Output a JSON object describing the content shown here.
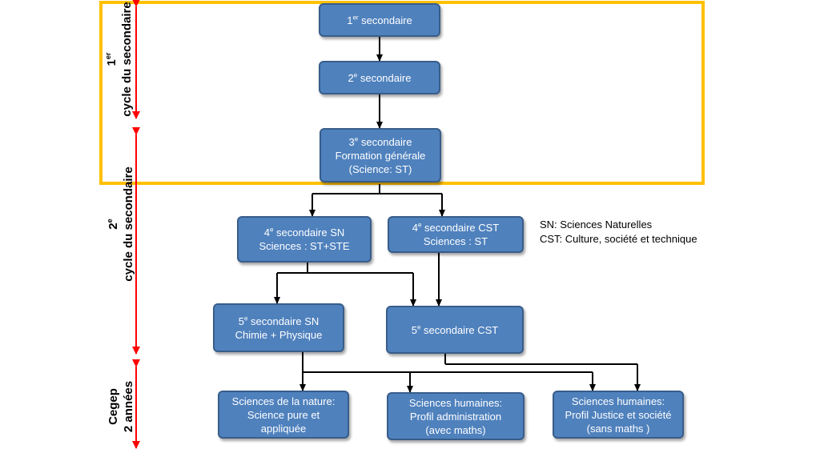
{
  "boxes": {
    "sec1": {
      "num": "1",
      "sup": "er",
      "text": " secondaire"
    },
    "sec2": {
      "num": "2",
      "sup": "e",
      "text": " secondaire"
    },
    "sec3": {
      "num": "3",
      "sup": "e",
      "text": " secondaire",
      "line2": "Formation générale",
      "line3": "(Science: ST)"
    },
    "sec4sn": {
      "num": "4",
      "sup": "e",
      "text": " secondaire SN",
      "line2": "Sciences : ST+STE"
    },
    "sec4cst": {
      "num": "4",
      "sup": "e",
      "text": " secondaire CST",
      "line2": "Sciences : ST"
    },
    "sec5sn": {
      "num": "5",
      "sup": "e",
      "text": " secondaire SN",
      "line2": "Chimie + Physique"
    },
    "sec5cst": {
      "num": "5",
      "sup": "e",
      "text": " secondaire CST"
    },
    "nature": {
      "line1": "Sciences de la nature:",
      "line2": "Science pure et",
      "line3": "appliquée"
    },
    "humadmin": {
      "line1": "Sciences humaines:",
      "line2": "Profil administration",
      "line3": "(avec maths)"
    },
    "humjustice": {
      "line1": "Sciences humaines:",
      "line2": "Profil  Justice et société",
      "line3": "(sans maths )"
    }
  },
  "legend": {
    "sn": "SN: Sciences Naturelles",
    "cst": "CST: Culture, société et technique"
  },
  "side_labels": {
    "cycle1_num": "1",
    "cycle1_sup": "er",
    "cycle1_text": "cycle du secondaire",
    "cycle2_num": "2",
    "cycle2_sup": "e",
    "cycle2_text": "cycle du secondaire",
    "cegep": "Cegep",
    "cegep_years": "2 années"
  },
  "colors": {
    "box_fill": "#4f81bd",
    "box_border": "#385d8a",
    "highlight_frame": "#ffc000",
    "timeline_arrow": "#ff0000",
    "connector": "#000000"
  }
}
